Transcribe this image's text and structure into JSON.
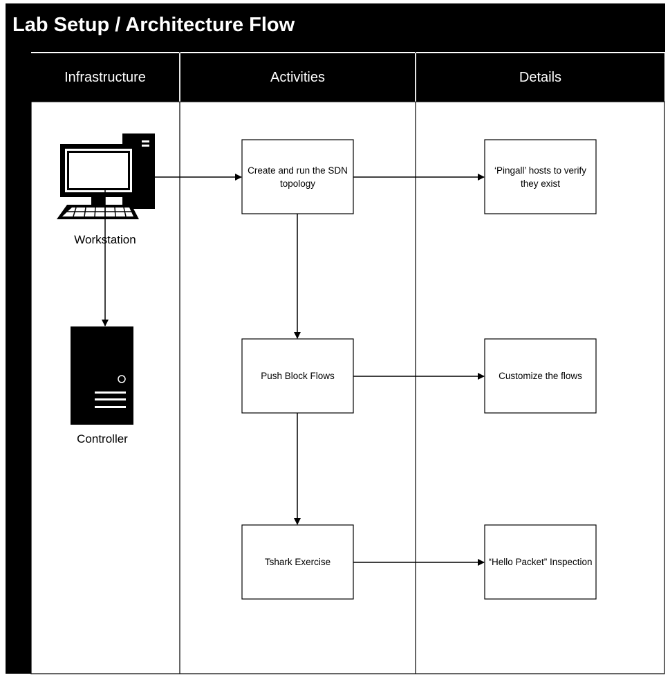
{
  "title": "Lab Setup / Architecture Flow",
  "lanes": {
    "infrastructure": "Infrastructure",
    "activities": "Activities",
    "details": "Details"
  },
  "infrastructure": {
    "workstation": "Workstation",
    "controller": "Controller"
  },
  "activities": [
    "Create and run the SDN topology",
    "Push Block Flows",
    "Tshark Exercise"
  ],
  "details": [
    "‘Pingall’ hosts to verify they exist",
    "Customize the flows",
    "“Hello Packet” Inspection"
  ],
  "icons": [
    "computer-icon",
    "server-icon"
  ],
  "colors": {
    "header": "#000000",
    "background": "#ffffff",
    "line": "#000000"
  }
}
